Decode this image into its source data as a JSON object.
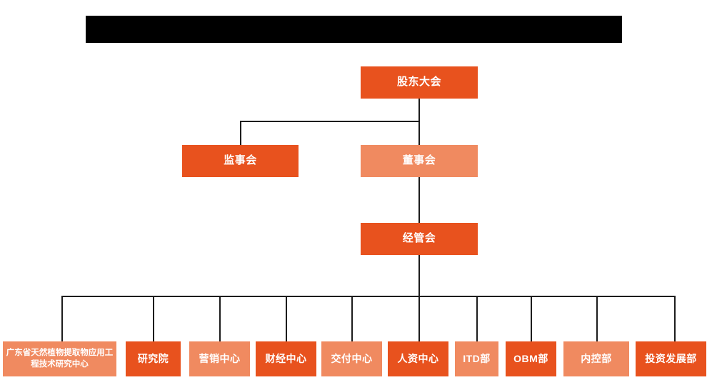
{
  "page": {
    "background_color": "#ffffff",
    "title_bar": {
      "name": "redacted-title-bar",
      "color": "#000000",
      "text": ""
    }
  },
  "theme": {
    "primary_orange": "#e8521e",
    "secondary_salmon": "#f08a60",
    "connector_color": "#1c1c1c",
    "label_color": "#ffffff"
  },
  "chart_data": {
    "type": "diagram",
    "diagram_type": "organization-chart",
    "title": "",
    "levels": [
      {
        "level": 1,
        "nodes": [
          {
            "id": "shareholders",
            "label": "股东大会",
            "color": "#e8521e",
            "style": "orange"
          }
        ]
      },
      {
        "level": 2,
        "nodes": [
          {
            "id": "supervisors",
            "label": "监事会",
            "color": "#e8521e",
            "style": "orange"
          },
          {
            "id": "board",
            "label": "董事会",
            "color": "#f08a60",
            "style": "salmon"
          }
        ]
      },
      {
        "level": 3,
        "nodes": [
          {
            "id": "management",
            "label": "经管会",
            "color": "#e8521e",
            "style": "orange"
          }
        ]
      },
      {
        "level": 4,
        "nodes": [
          {
            "id": "eng-center",
            "label": "广东省天然植物提取物应用工程技术研究中心",
            "color": "#f08a60",
            "style": "salmon"
          },
          {
            "id": "research-institute",
            "label": "研究院",
            "color": "#e8521e",
            "style": "orange"
          },
          {
            "id": "marketing-center",
            "label": "营销中心",
            "color": "#f08a60",
            "style": "salmon"
          },
          {
            "id": "finance-center",
            "label": "财经中心",
            "color": "#e8521e",
            "style": "orange"
          },
          {
            "id": "delivery-center",
            "label": "交付中心",
            "color": "#f08a60",
            "style": "salmon"
          },
          {
            "id": "hr-center",
            "label": "人资中心",
            "color": "#e8521e",
            "style": "orange"
          },
          {
            "id": "itd-dept",
            "label": "ITD部",
            "color": "#f08a60",
            "style": "salmon"
          },
          {
            "id": "obm-dept",
            "label": "OBM部",
            "color": "#e8521e",
            "style": "orange"
          },
          {
            "id": "internal-control-dept",
            "label": "内控部",
            "color": "#f08a60",
            "style": "salmon"
          },
          {
            "id": "investment-dev-dept",
            "label": "投资发展部",
            "color": "#e8521e",
            "style": "orange"
          }
        ]
      }
    ],
    "edges": [
      {
        "from": "shareholders",
        "to": "supervisors"
      },
      {
        "from": "shareholders",
        "to": "board"
      },
      {
        "from": "board",
        "to": "management"
      },
      {
        "from": "management",
        "to": "eng-center"
      },
      {
        "from": "management",
        "to": "research-institute"
      },
      {
        "from": "management",
        "to": "marketing-center"
      },
      {
        "from": "management",
        "to": "finance-center"
      },
      {
        "from": "management",
        "to": "delivery-center"
      },
      {
        "from": "management",
        "to": "hr-center"
      },
      {
        "from": "management",
        "to": "itd-dept"
      },
      {
        "from": "management",
        "to": "obm-dept"
      },
      {
        "from": "management",
        "to": "internal-control-dept"
      },
      {
        "from": "management",
        "to": "investment-dev-dept"
      }
    ]
  }
}
